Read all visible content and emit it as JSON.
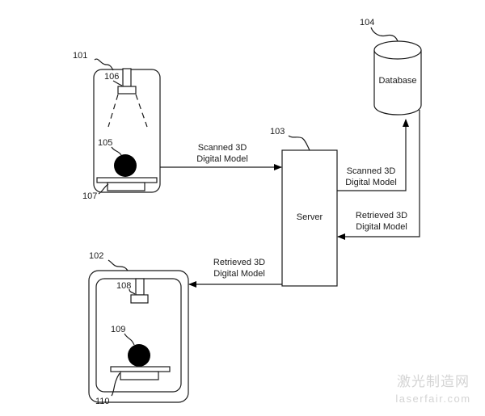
{
  "diagram": {
    "type": "patent-system-block-diagram",
    "nodes": {
      "scanner": {
        "ref": "101",
        "component_refs": {
          "light_source": "106",
          "object": "105",
          "platform": "107"
        }
      },
      "printer": {
        "ref": "102",
        "component_refs": {
          "print_head": "108",
          "object": "109",
          "platform": "110"
        }
      },
      "server": {
        "ref": "103",
        "label": "Server"
      },
      "database": {
        "ref": "104",
        "label": "Database"
      }
    },
    "edges": [
      {
        "from": "scanner",
        "to": "server",
        "label_line1": "Scanned 3D",
        "label_line2": "Digital Model"
      },
      {
        "from": "server",
        "to": "database",
        "label_line1": "Scanned 3D",
        "label_line2": "Digital Model"
      },
      {
        "from": "database",
        "to": "server",
        "label_line1": "Retrieved 3D",
        "label_line2": "Digital Model"
      },
      {
        "from": "server",
        "to": "printer",
        "label_line1": "Retrieved 3D",
        "label_line2": "Digital Model"
      }
    ]
  },
  "watermark": {
    "chinese": "激光制造网",
    "domain": "laserfair.com"
  }
}
